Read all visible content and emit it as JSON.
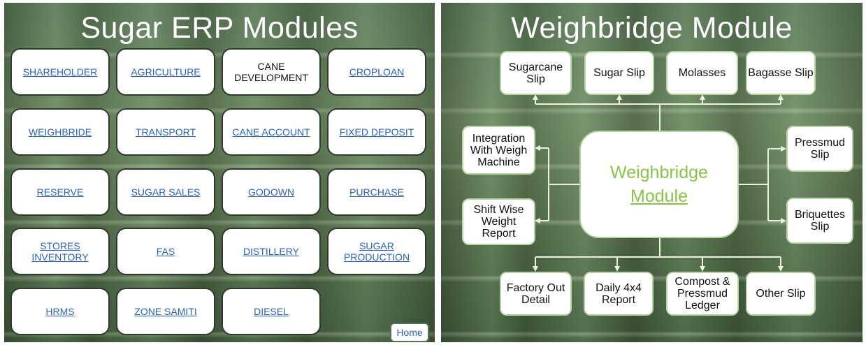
{
  "left": {
    "title": "Sugar ERP Modules",
    "rows": [
      [
        {
          "label": "SHAREHOLDER",
          "link": true
        },
        {
          "label": "AGRICULTURE",
          "link": true
        },
        {
          "label": "CANE DEVELOPMENT",
          "link": false
        },
        {
          "label": "CROPLOAN",
          "link": true
        }
      ],
      [
        {
          "label": "WEIGHBRIDE",
          "link": true
        },
        {
          "label": "TRANSPORT",
          "link": true
        },
        {
          "label": "CANE ACCOUNT",
          "link": true
        },
        {
          "label": "FIXED DEPOSIT",
          "link": true
        }
      ],
      [
        {
          "label": "RESERVE",
          "link": true
        },
        {
          "label": "SUGAR SALES",
          "link": true
        },
        {
          "label": "GODOWN",
          "link": true
        },
        {
          "label": "PURCHASE",
          "link": true
        }
      ],
      [
        {
          "label": "STORES INVENTORY",
          "link": true
        },
        {
          "label": "FAS",
          "link": true
        },
        {
          "label": "DISTILLERY",
          "link": true
        },
        {
          "label": "SUGAR PRODUCTION",
          "link": true
        }
      ],
      [
        {
          "label": "HRMS",
          "link": true
        },
        {
          "label": "ZONE SAMITI",
          "link": true
        },
        {
          "label": "DIESEL",
          "link": true
        }
      ]
    ],
    "home_label": "Home"
  },
  "right": {
    "title": "Weighbridge Module",
    "center_line1": "Weighbridge",
    "center_line2": "Module",
    "top": [
      "Sugarcane Slip",
      "Sugar Slip",
      "Molasses",
      "Bagasse Slip"
    ],
    "left_side": [
      "Integration With Weigh Machine",
      "Shift Wise Weight Report"
    ],
    "right_side": [
      "Pressmud Slip",
      "Briquettes Slip"
    ],
    "bottom": [
      "Factory Out Detail",
      "Daily 4x4 Report",
      "Compost & Pressmud Ledger",
      "Other Slip"
    ]
  },
  "colors": {
    "link": "#2c63b6",
    "center_text": "#8bc34a",
    "connector": "#e8f2dd"
  }
}
